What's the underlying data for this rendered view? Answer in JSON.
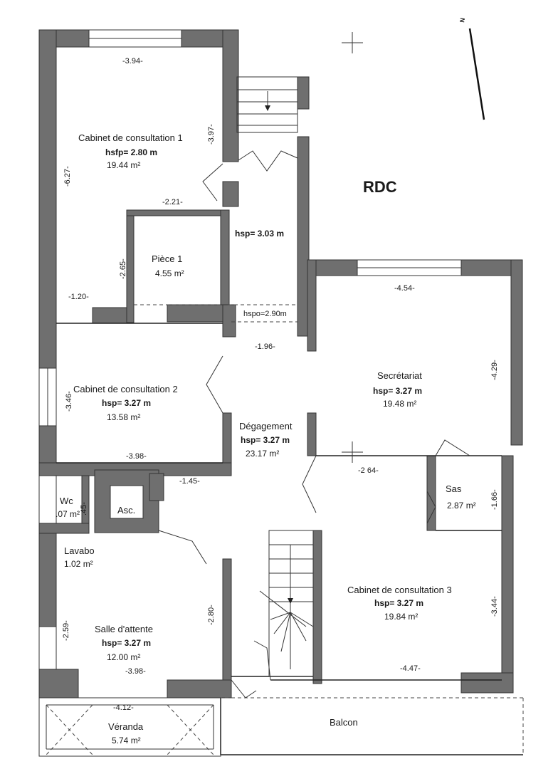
{
  "level_title": "RDC",
  "north_label": "N",
  "rooms": {
    "cabinet1": {
      "name": "Cabinet de consultation 1",
      "hsp": "hsfp= 2.80 m",
      "area": "19.44 m²"
    },
    "piece1": {
      "name": "Pièce 1",
      "area": "4.55 m²"
    },
    "hall_hsp": "hsp= 3.03 m",
    "hall_hspo": "hspo=2.90m",
    "cabinet2": {
      "name": "Cabinet de consultation 2",
      "hsp": "hsp= 3.27 m",
      "area": "13.58 m²"
    },
    "secretariat": {
      "name": "Secrétariat",
      "hsp": "hsp= 3.27 m",
      "area": "19.48 m²"
    },
    "degagement": {
      "name": "Dégagement",
      "hsp": "hsp= 3.27 m",
      "area": "23.17 m²"
    },
    "wc": {
      "name": "Wc",
      "area": ".07 m²"
    },
    "asc": {
      "name": "Asc."
    },
    "sas": {
      "name": "Sas",
      "area": "2.87 m²"
    },
    "lavabo": {
      "name": "Lavabo",
      "area": "1.02 m²"
    },
    "cabinet3": {
      "name": "Cabinet de consultation 3",
      "hsp": "hsp= 3.27 m",
      "area": "19.84 m²"
    },
    "salle_attente": {
      "name": "Salle d'attente",
      "hsp": "hsp= 3.27 m",
      "area": "12.00 m²"
    },
    "veranda": {
      "name": "Véranda",
      "area": "5.74 m²"
    },
    "balcon": {
      "name": "Balcon"
    }
  },
  "dimensions": {
    "d394": "-3.94-",
    "d397": "-3.97-",
    "d627": "-6.27-",
    "d221": "-2.21-",
    "d265": "-2.65-",
    "d120": "-1.20-",
    "d196": "-1.96-",
    "d454": "-4.54-",
    "d429": "-4.29-",
    "d346": "-3.46-",
    "d398a": "-3.98-",
    "d145a": "-1.45-",
    "d145b": ".45-",
    "d264": "-2 64-",
    "d166": "-1.66-",
    "d344": "-3.44-",
    "d259": "-2.59-",
    "d280": "-2.80-",
    "d398b": "-3.98-",
    "d447": "-4.47-",
    "d412": "-4.12-"
  }
}
